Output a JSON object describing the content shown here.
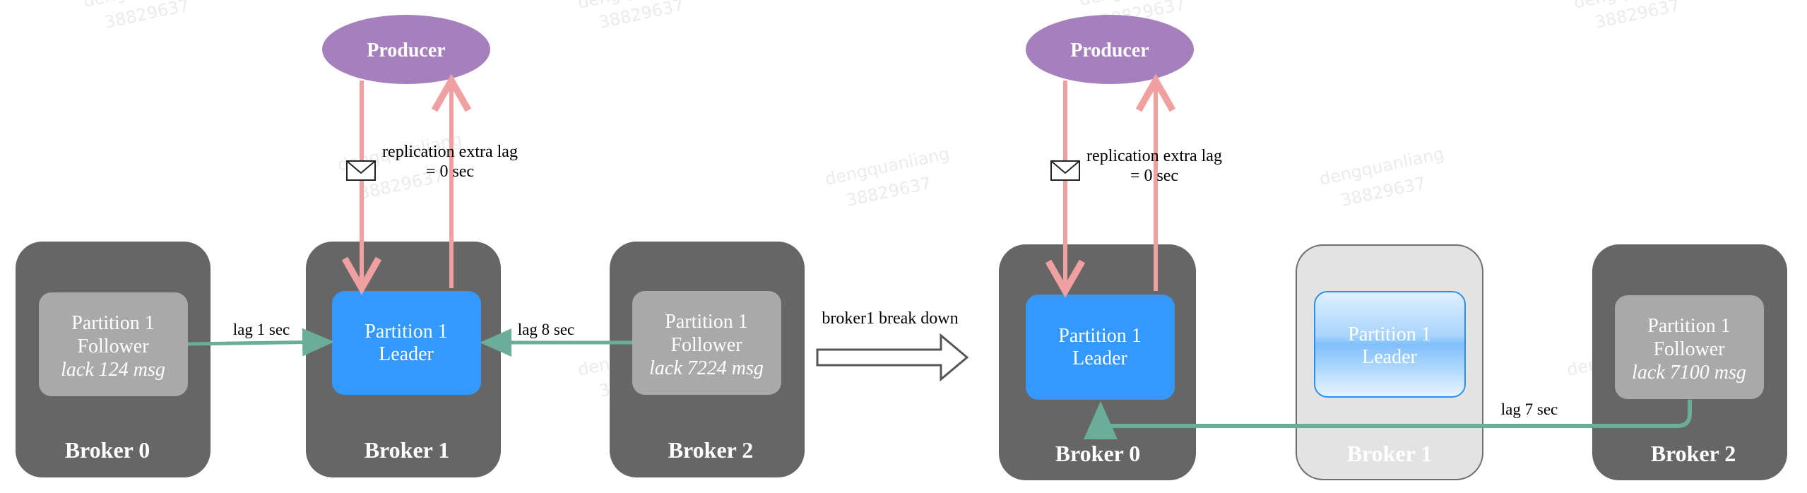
{
  "watermark": {
    "line1": "dengquanliang",
    "line2": "38829637"
  },
  "colors": {
    "broker_bg": "#666666",
    "broker_down_bg": "#e3e3e3",
    "broker_down_border": "#6e6e6e",
    "leader": "#3399ff",
    "follower": "#a9a9a9",
    "producer": "#a680bd",
    "produce_arrow": "#f0a0a0",
    "replication_arrow": "#6aae9a"
  },
  "before": {
    "producer": "Producer",
    "replication_note": {
      "line1": "replication extra lag",
      "line2": "= 0 sec"
    },
    "brokers": [
      {
        "name": "Broker 0",
        "partition": {
          "line1": "Partition 1",
          "line2": "Follower",
          "line3": "lack 124 msg"
        }
      },
      {
        "name": "Broker 1",
        "partition": {
          "line1": "Partition 1",
          "line2": "Leader"
        }
      },
      {
        "name": "Broker 2",
        "partition": {
          "line1": "Partition 1",
          "line2": "Follower",
          "line3": "lack 7224 msg"
        }
      }
    ],
    "lag_left": "lag 1 sec",
    "lag_right": "lag 8 sec"
  },
  "transition": {
    "label": "broker1 break down"
  },
  "after": {
    "producer": "Producer",
    "replication_note": {
      "line1": "replication extra lag",
      "line2": "= 0 sec"
    },
    "brokers": [
      {
        "name": "Broker 0",
        "partition": {
          "line1": "Partition 1",
          "line2": "Leader"
        }
      },
      {
        "name": "Broker 1",
        "partition": {
          "line1": "Partition 1",
          "line2": "Leader"
        },
        "state": "down"
      },
      {
        "name": "Broker 2",
        "partition": {
          "line1": "Partition 1",
          "line2": "Follower",
          "line3": "lack 7100 msg"
        }
      }
    ],
    "lag": "lag 7 sec"
  }
}
